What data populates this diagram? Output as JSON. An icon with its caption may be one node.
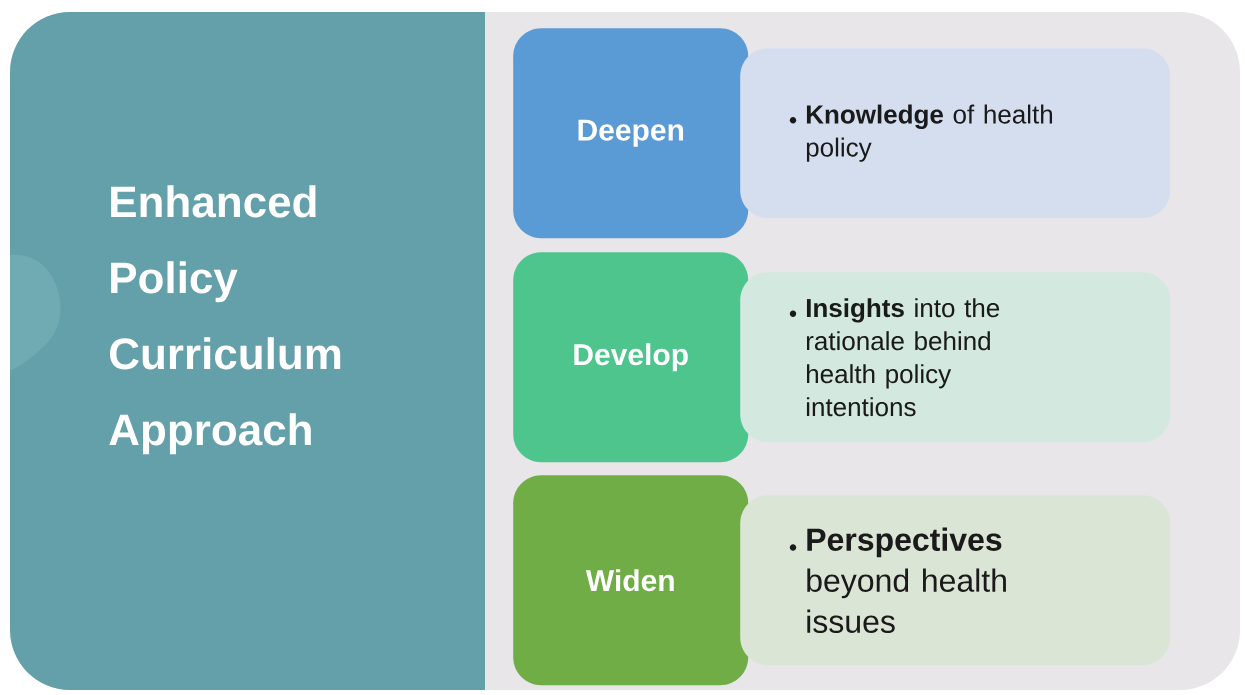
{
  "diagram": {
    "nodes": [
      {
        "text": [
          "Enhanced Policy Curriculum Approach"
        ]
      },
      {
        "text": [
          "Deepen"
        ]
      },
      {
        "text": [
          "**Knowledge** of health policy"
        ]
      },
      {
        "text": [
          "Develop"
        ]
      },
      {
        "text": [
          "**Insights** into the rationale behind health policy intentions"
        ]
      },
      {
        "text": [
          "Widen"
        ]
      },
      {
        "text": [
          "**Perspectives** beyond health issues"
        ]
      }
    ]
  }
}
